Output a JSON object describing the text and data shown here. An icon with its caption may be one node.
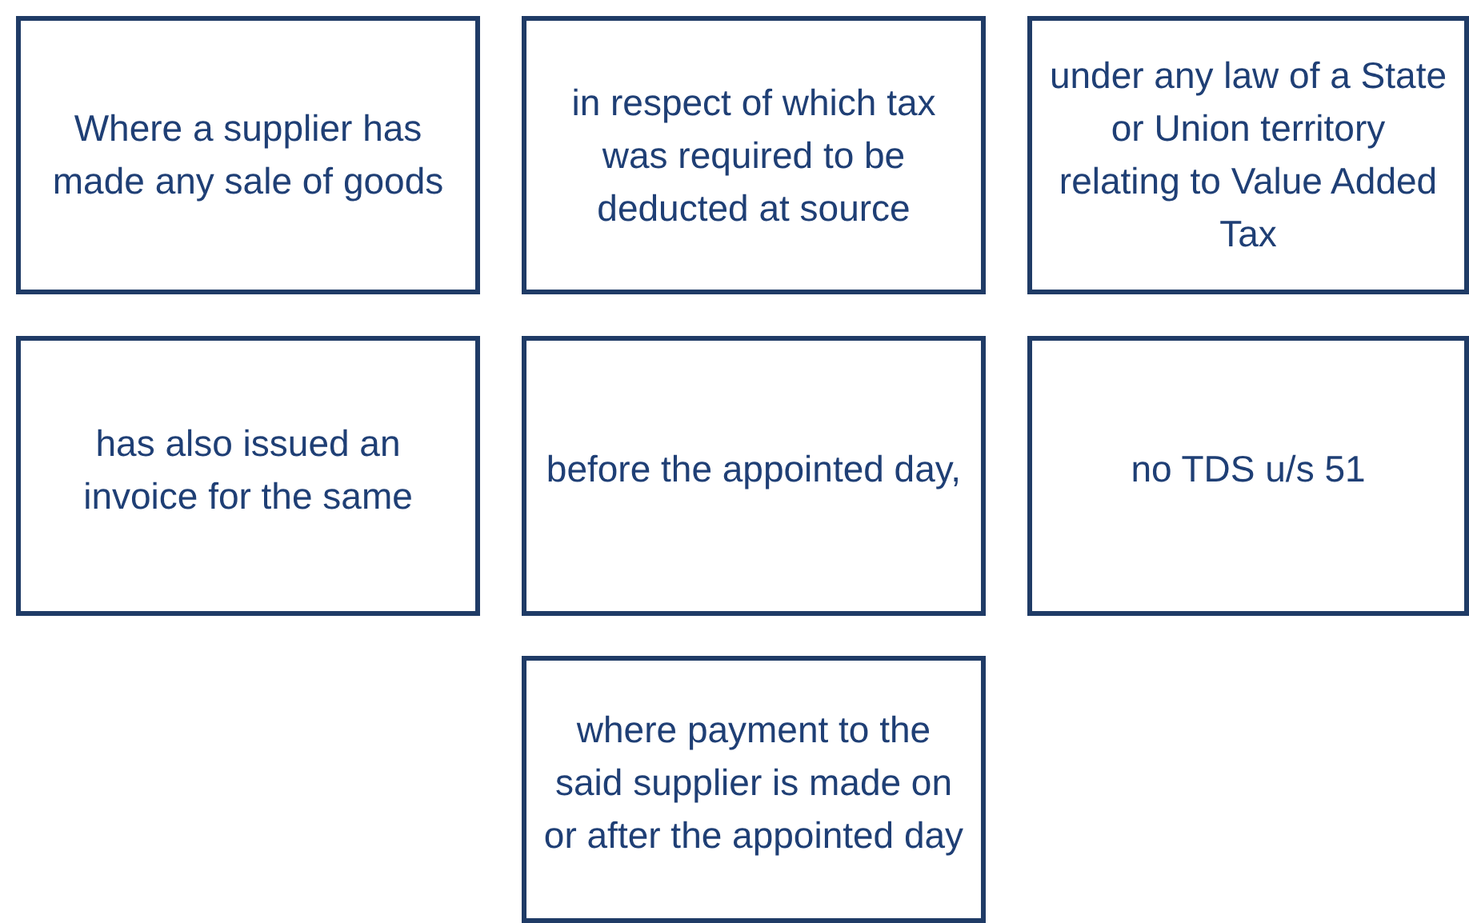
{
  "diagram": {
    "nodes": [
      {
        "text": [
          "Where a supplier has made any sale of goods"
        ]
      },
      {
        "text": [
          "in respect of which tax was required to be deducted at source"
        ]
      },
      {
        "text": [
          "under any law of a State or Union territory relating to Value Added Tax"
        ]
      },
      {
        "text": [
          "has also issued an invoice for the same"
        ]
      },
      {
        "text": [
          "before the appointed day,"
        ]
      },
      {
        "text": [
          "no TDS u/s 51"
        ]
      },
      {
        "text": [
          "where payment to the said supplier is made on or after the appointed day"
        ]
      }
    ],
    "edges": []
  }
}
